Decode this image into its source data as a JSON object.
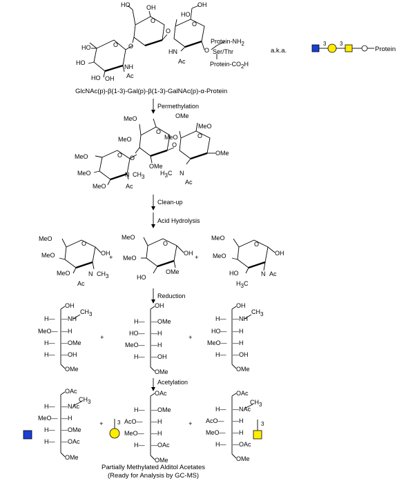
{
  "colors": {
    "glcnac": "#1a3fd6",
    "gal": "#ffec00",
    "galnac": "#ffec00",
    "line": "#000000"
  },
  "header": {
    "aka": "a.k.a.",
    "symbol_link1": "3",
    "symbol_link2": "3",
    "protein": "Protein",
    "name": "GlcNAc(p)-β(1-3)-Gal(p)-β(1-3)-GalNAc(p)-α-Protein"
  },
  "native": {
    "ho1": "HO",
    "oh1": "OH",
    "ho2": "HO",
    "oh2": "OH",
    "ho3": "HO",
    "ho4": "HO",
    "o_link1": "O",
    "o_link2": "O",
    "o_ring1": "O",
    "o_ring2": "O",
    "o_ring3": "O",
    "nh": "NH",
    "ac1": "Ac",
    "hn": "HN",
    "ac2": "Ac",
    "protein_nh2": "Protein-NH",
    "sub2": "2",
    "ser_thr": "Ser/Thr",
    "o_ser": "O",
    "protein_co2h": "Protein-CO",
    "h": "H"
  },
  "steps": {
    "permethylation": "Permethylation",
    "cleanup": "Clean-up",
    "acid": "Acid Hydrolysis",
    "reduction": "Reduction",
    "acetylation": "Acetylation"
  },
  "perm": {
    "meo_a": "MeO",
    "ome_a": "OMe",
    "meo_b": "MeO",
    "meo_c": "MeO",
    "meo_d": "MeO",
    "meo_e": "MeO",
    "meo_f": "MeO",
    "ome_b": "OMe",
    "ome_c": "OMe",
    "o1": "O",
    "o2": "O",
    "or1": "O",
    "or2": "O",
    "or3": "O",
    "n1": "N",
    "ch3a": "CH",
    "sub3a": "3",
    "h3c": "H",
    "sub3b": "3",
    "c_n": "C",
    "n2": "N",
    "ac1": "Ac",
    "ac2": "Ac"
  },
  "hydro": {
    "m1a": "MeO",
    "m1b": "MeO",
    "m1c": "MeO",
    "n1": "N",
    "ch3": "CH",
    "s3": "3",
    "ac1": "Ac",
    "oh1": "OH",
    "m2a": "MeO",
    "m2b": "MeO",
    "m2c": "OMe",
    "ho2": "HO",
    "oh2": "OH",
    "m3a": "MeO",
    "m3b": "MeO",
    "ho3": "HO",
    "n3": "N",
    "ac3": "Ac",
    "h3c": "H",
    "s3b": "3",
    "c3": "C",
    "oh3": "OH",
    "plus1": "+",
    "plus2": "+",
    "ro": "O"
  },
  "alditol": {
    "a1": [
      "OH",
      "H—",
      "—NH",
      "CH",
      "3",
      "MeO—",
      "—H",
      "H—",
      "—OMe",
      "H—",
      "—OH",
      "OMe"
    ],
    "a2": [
      "OH",
      "H—",
      "—OMe",
      "HO—",
      "—H",
      "MeO—",
      "—H",
      "H—",
      "—OH",
      "OMe"
    ],
    "a3": [
      "OH",
      "H—",
      "—NH",
      "CH",
      "3",
      "HO—",
      "—H",
      "MeO—",
      "—H",
      "H—",
      "—OH",
      "OMe"
    ],
    "plus": "+"
  },
  "pmaa": {
    "b1": [
      "OAc",
      "H—",
      "—NAc",
      "CH",
      "3",
      "MeO—",
      "—H",
      "H—",
      "—OMe",
      "H—",
      "—OAc",
      "OMe"
    ],
    "b2": [
      "OAc",
      "H—",
      "—OMe",
      "AcO—",
      "—H",
      "MeO—",
      "—H",
      "H—",
      "—OAc",
      "OMe"
    ],
    "b3": [
      "OAc",
      "H—",
      "—NAc",
      "CH",
      "3",
      "AcO—",
      "—H",
      "MeO—",
      "—H",
      "H—",
      "—OAc",
      "OMe"
    ],
    "plus": "+",
    "gal_link": "3",
    "galnac_link": "3"
  },
  "caption": {
    "line1": "Partially Methylated Alditol Acetates",
    "line2": "(Ready for Analysis by GC-MS)"
  }
}
